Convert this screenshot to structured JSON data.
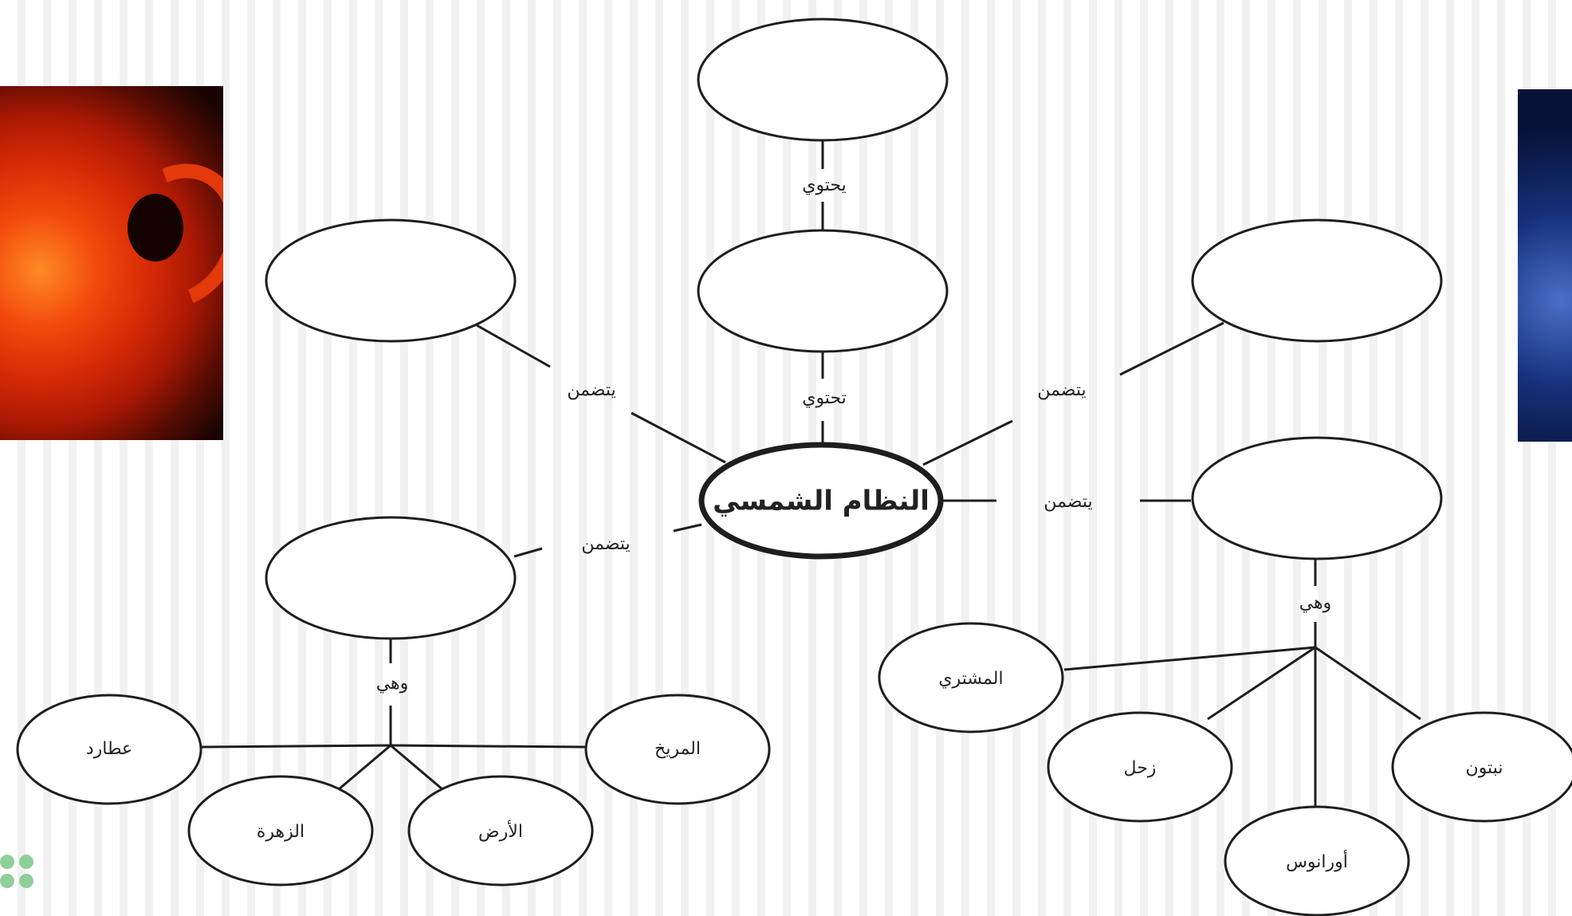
{
  "center": {
    "label": "النظام الشمسي"
  },
  "links": {
    "contains_top": "يحتوي",
    "contains_center": "تحتوي",
    "includes_upper_left": "يتضمن",
    "includes_upper_right": "يتضمن",
    "includes_right": "يتضمن",
    "includes_left": "يتضمن",
    "and_they_left": "وهي",
    "and_they_right": "وهي"
  },
  "inner_planets": [
    "عطارد",
    "الزهرة",
    "الأرض",
    "المريخ"
  ],
  "outer_planets": [
    "المشتري",
    "زحل",
    "أورانوس",
    "نبتون"
  ],
  "colors": {
    "line": "#1e1e1e",
    "node_fill": "#ffffff",
    "text": "#222222"
  },
  "images": {
    "left": "sun-photo",
    "right": "galaxy-photo"
  }
}
